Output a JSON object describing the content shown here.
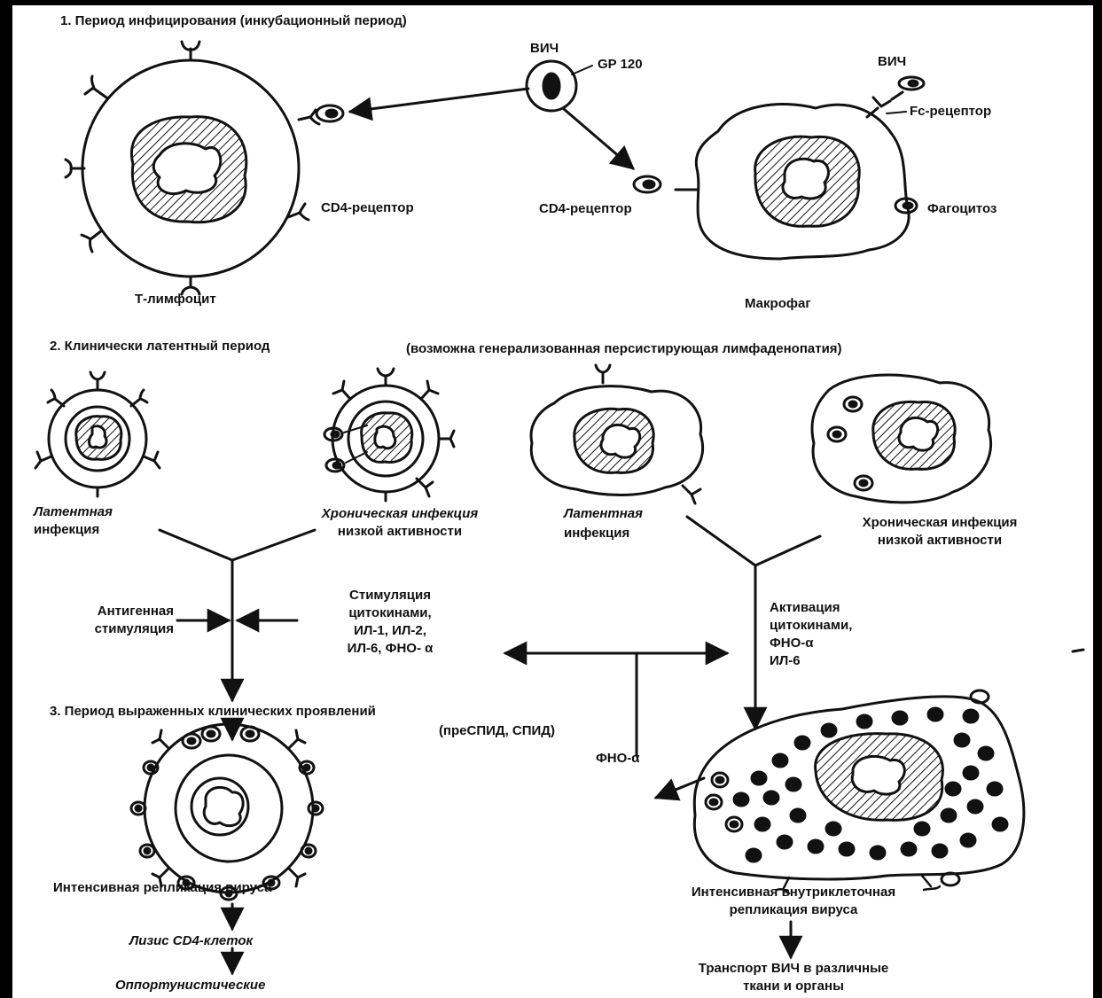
{
  "section1": {
    "title": "1. Период инфицирования (инкубационный период)",
    "hiv": "ВИЧ",
    "gp120": "GP 120",
    "hiv_right": "ВИЧ",
    "fc_receptor": "Fc-рецептор",
    "cd4_receptor_left": "CD4-рецептор",
    "cd4_receptor_right": "CD4-рецептор",
    "phagocytosis": "Фагоцитоз",
    "t_lymphocyte": "Т-лимфоцит",
    "macrophage": "Макрофаг"
  },
  "section2": {
    "title": "2. Клинически латентный период",
    "subtitle": "(возможна генерализованная персистирующая лимфаденопатия)",
    "latent_1": [
      "Латентная",
      "инфекция"
    ],
    "chronic_1": [
      "Хроническая инфекция",
      "низкой активности"
    ],
    "latent_2": [
      "Латентная",
      "инфекция"
    ],
    "chronic_2": [
      "Хроническая инфекция",
      "низкой активности"
    ],
    "antigen_stim": [
      "Антигенная",
      "стимуляция"
    ],
    "cytokine_stim": [
      "Стимуляция",
      "цитокинами,",
      "ИЛ-1, ИЛ-2,",
      "ИЛ-6, ФНО- α"
    ],
    "cytokine_act": [
      "Активация",
      "цитокинами,",
      "ФНО-α",
      "ИЛ-6"
    ]
  },
  "section3": {
    "title": "3. Период выраженных клинических проявлений",
    "subtitle": "(преСПИД, СПИД)",
    "tnf": "ФНО-α",
    "intensive_repl": "Интенсивная репликация вируса",
    "lysis": "Лизис CD4-клеток",
    "opportunistic": "Оппортунистические",
    "intracell_repl": [
      "Интенсивная внутриклеточная",
      "репликация вируса"
    ],
    "transport": [
      "Транспорт ВИЧ в различные",
      "ткани и органы"
    ]
  }
}
